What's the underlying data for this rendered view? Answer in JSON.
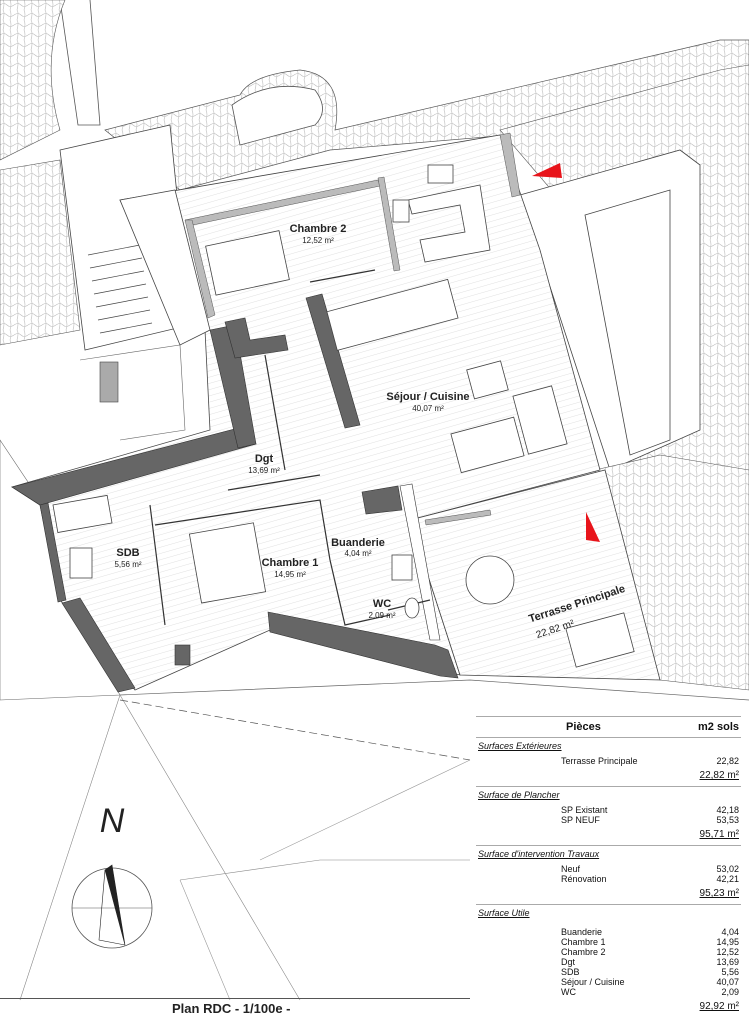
{
  "plan": {
    "rooms": [
      {
        "name": "Chambre 2",
        "area": "12,52 m²"
      },
      {
        "name": "Séjour / Cuisine",
        "area": "40,07 m²"
      },
      {
        "name": "Dgt",
        "area": "13,69 m²"
      },
      {
        "name": "SDB",
        "area": "5,56 m²"
      },
      {
        "name": "Chambre 1",
        "area": "14,95 m²"
      },
      {
        "name": "Buanderie",
        "area": "4,04 m²"
      },
      {
        "name": "WC",
        "area": "2,09 m²"
      },
      {
        "name": "Terrasse Principale",
        "area": "22,82 m²"
      }
    ],
    "north_label": "N",
    "title": "Plan RDC - 1/100e -",
    "accent_color": "#e8141b",
    "wall_color": "#666666"
  },
  "table": {
    "header": {
      "col1": "Pièces",
      "col2": "m2 sols"
    },
    "sections": [
      {
        "title": "Surfaces Extérieures",
        "rows": [
          {
            "label": "Terrasse Principale",
            "value": "22,82"
          }
        ],
        "total": "22,82 m²"
      },
      {
        "title": "Surface de Plancher",
        "rows": [
          {
            "label": "SP Existant",
            "value": "42,18"
          },
          {
            "label": "SP NEUF",
            "value": "53,53"
          }
        ],
        "total": "95,71 m²"
      },
      {
        "title": "Surface d'intervention Travaux",
        "rows": [
          {
            "label": "Neuf",
            "value": "53,02"
          },
          {
            "label": "Rénovation",
            "value": "42,21"
          }
        ],
        "total": "95,23 m²"
      },
      {
        "title": "Surface Utile",
        "rows": [
          {
            "label": "Buanderie",
            "value": "4,04"
          },
          {
            "label": "Chambre 1",
            "value": "14,95"
          },
          {
            "label": "Chambre 2",
            "value": "12,52"
          },
          {
            "label": "Dgt",
            "value": "13,69"
          },
          {
            "label": "SDB",
            "value": "5,56"
          },
          {
            "label": "Séjour / Cuisine",
            "value": "40,07"
          },
          {
            "label": "WC",
            "value": "2,09"
          }
        ],
        "total": "92,92 m²"
      }
    ]
  }
}
